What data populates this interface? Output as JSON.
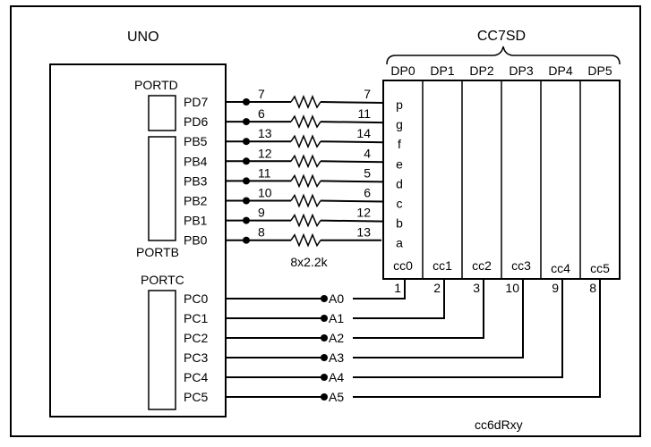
{
  "diagram": {
    "uno_label": "UNO",
    "display_label": "CC7SD",
    "footer_label": "cc6dRxy",
    "resistor_label": "8x2.2k",
    "portd_label": "PORTD",
    "portb_label": "PORTB",
    "portc_label": "PORTC",
    "digit_labels": [
      "DP0",
      "DP1",
      "DP2",
      "DP3",
      "DP4",
      "DP5"
    ],
    "cc_labels": [
      "cc0",
      "cc1",
      "cc2",
      "cc3",
      "cc4",
      "cc5"
    ],
    "cc_pins": [
      "1",
      "2",
      "3",
      "10",
      "9",
      "8"
    ],
    "segment_rows": [
      {
        "port_pin": "PD7",
        "arduino_pin": "7",
        "display_pin": "7",
        "segment": "p"
      },
      {
        "port_pin": "PD6",
        "arduino_pin": "6",
        "display_pin": "11",
        "segment": "g"
      },
      {
        "port_pin": "PB5",
        "arduino_pin": "13",
        "display_pin": "14",
        "segment": "f"
      },
      {
        "port_pin": "PB4",
        "arduino_pin": "12",
        "display_pin": "4",
        "segment": "e"
      },
      {
        "port_pin": "PB3",
        "arduino_pin": "11",
        "display_pin": "5",
        "segment": "d"
      },
      {
        "port_pin": "PB2",
        "arduino_pin": "10",
        "display_pin": "6",
        "segment": "c"
      },
      {
        "port_pin": "PB1",
        "arduino_pin": "9",
        "display_pin": "12",
        "segment": "b"
      },
      {
        "port_pin": "PB0",
        "arduino_pin": "8",
        "display_pin": "13",
        "segment": "a"
      }
    ],
    "common_rows": [
      {
        "port_pin": "PC0",
        "arduino_pin": "A0"
      },
      {
        "port_pin": "PC1",
        "arduino_pin": "A1"
      },
      {
        "port_pin": "PC2",
        "arduino_pin": "A2"
      },
      {
        "port_pin": "PC3",
        "arduino_pin": "A3"
      },
      {
        "port_pin": "PC4",
        "arduino_pin": "A4"
      },
      {
        "port_pin": "PC5",
        "arduino_pin": "A5"
      }
    ]
  }
}
